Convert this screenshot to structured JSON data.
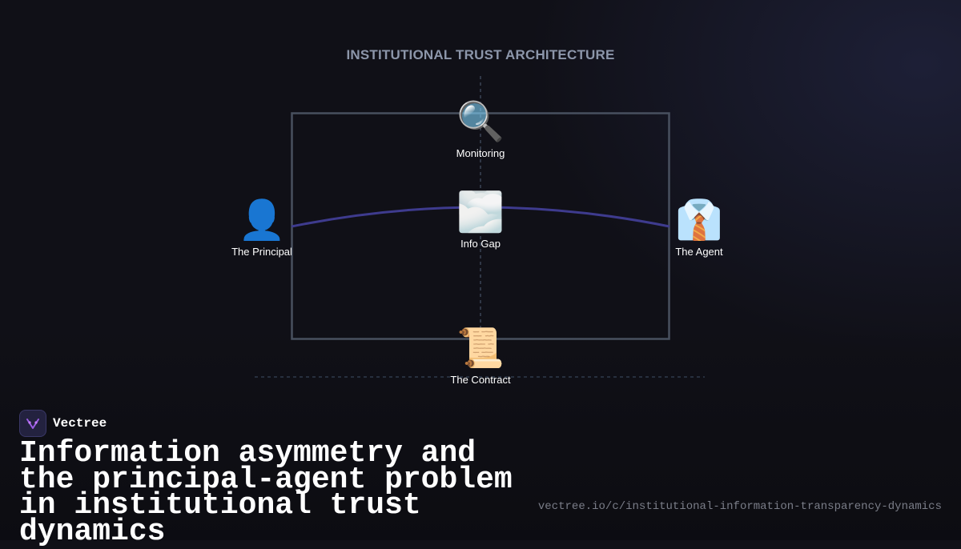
{
  "diagram": {
    "title": "INSTITUTIONAL TRUST ARCHITECTURE",
    "nodes": {
      "monitoring": {
        "icon": "magnifying-glass",
        "glyph": "🔍",
        "label": "Monitoring"
      },
      "info_gap": {
        "icon": "cloud-fog",
        "glyph": "🌫️",
        "label": "Info Gap"
      },
      "principal": {
        "icon": "person-silhouette",
        "glyph": "👤",
        "label": "The Principal"
      },
      "agent": {
        "icon": "shirt-and-tie",
        "glyph": "👔",
        "label": "The Agent"
      },
      "contract": {
        "icon": "scroll",
        "glyph": "📜",
        "label": "The Contract"
      }
    },
    "colors": {
      "frame": "#48505f",
      "curve": "#3e3b8e",
      "dashed_axis": "#3a4456",
      "title": "#8c96aa"
    }
  },
  "brand": {
    "name": "Vectree",
    "logo_icon": "vectree-logo"
  },
  "headline": "Information asymmetry and the principal-agent problem in institutional trust dynamics",
  "url": "vectree.io/c/institutional-information-transparency-dynamics"
}
